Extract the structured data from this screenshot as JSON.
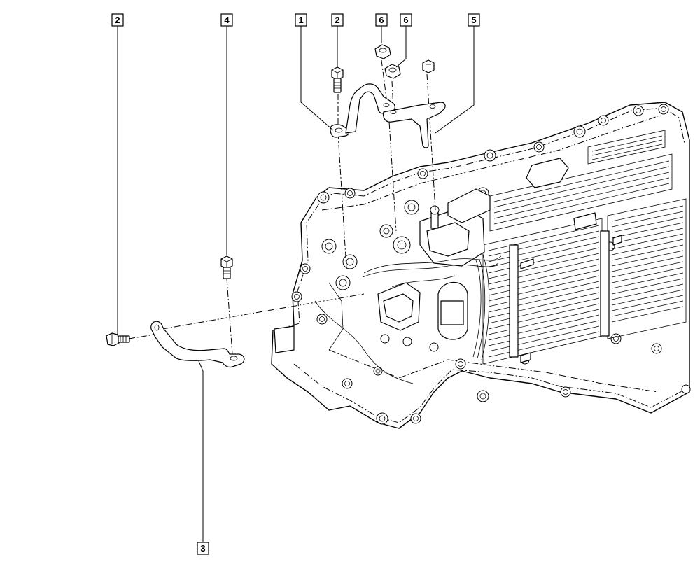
{
  "callouts": {
    "c1": "1",
    "c2a": "2",
    "c2b": "2",
    "c3": "3",
    "c4": "4",
    "c5": "5",
    "c6a": "6",
    "c6b": "6"
  }
}
